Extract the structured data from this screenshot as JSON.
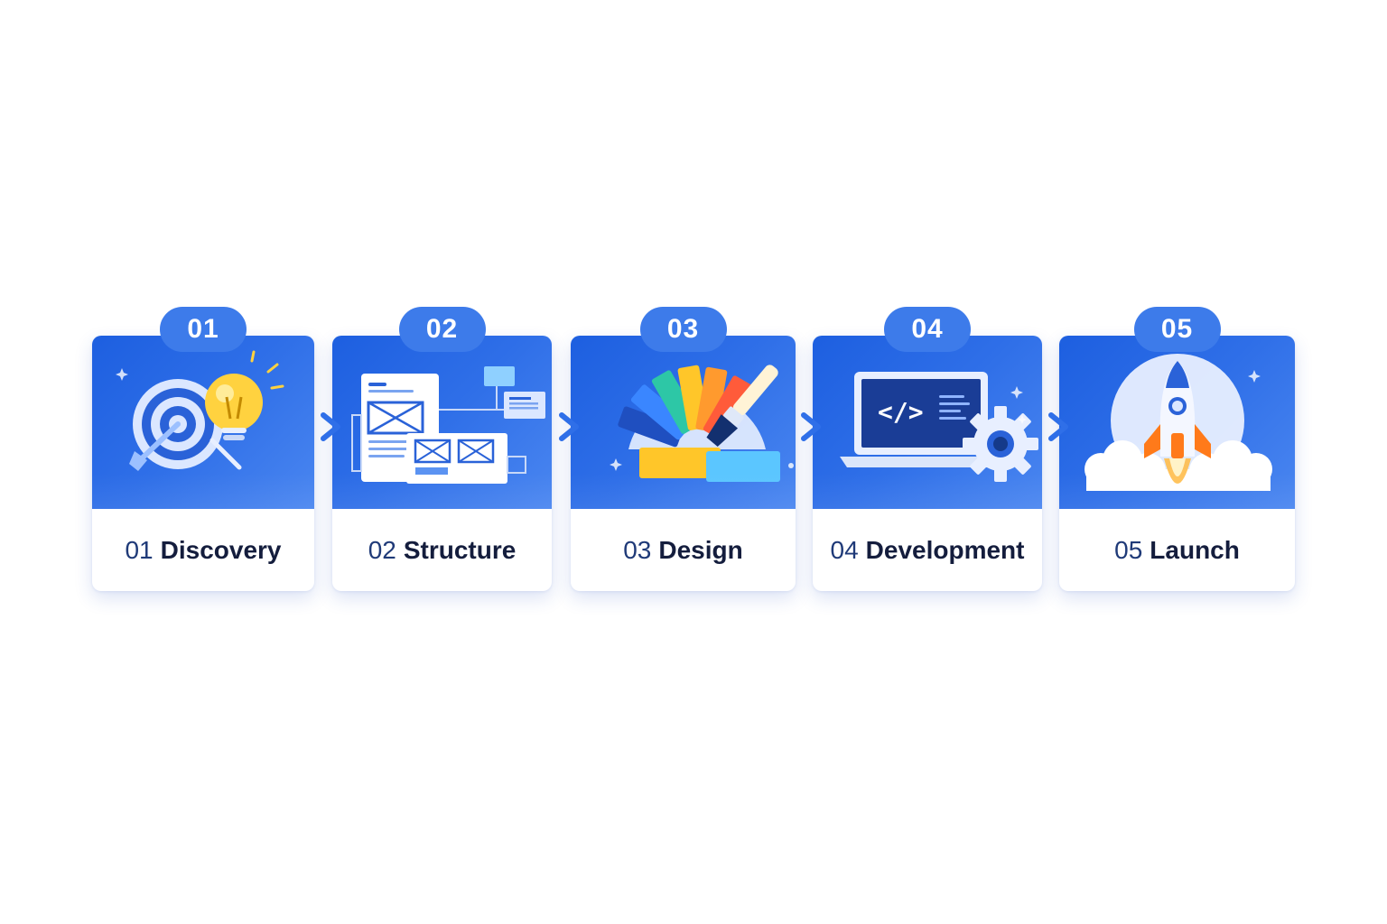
{
  "steps": [
    {
      "badge": "01",
      "number": "01",
      "title": "Discovery",
      "icon": "target-lightbulb-icon"
    },
    {
      "badge": "02",
      "number": "02",
      "title": "Structure",
      "icon": "wireframe-icon"
    },
    {
      "badge": "03",
      "number": "03",
      "title": "Design",
      "icon": "color-palette-brush-icon"
    },
    {
      "badge": "04",
      "number": "04",
      "title": "Development",
      "icon": "laptop-code-gear-icon"
    },
    {
      "badge": "05",
      "number": "05",
      "title": "Launch",
      "icon": "rocket-icon"
    }
  ],
  "colors": {
    "panel_blue": "#2f6fe8",
    "badge_blue": "#3d7bea",
    "title_text": "#141d3d",
    "arrow": "#2f6fe8"
  }
}
